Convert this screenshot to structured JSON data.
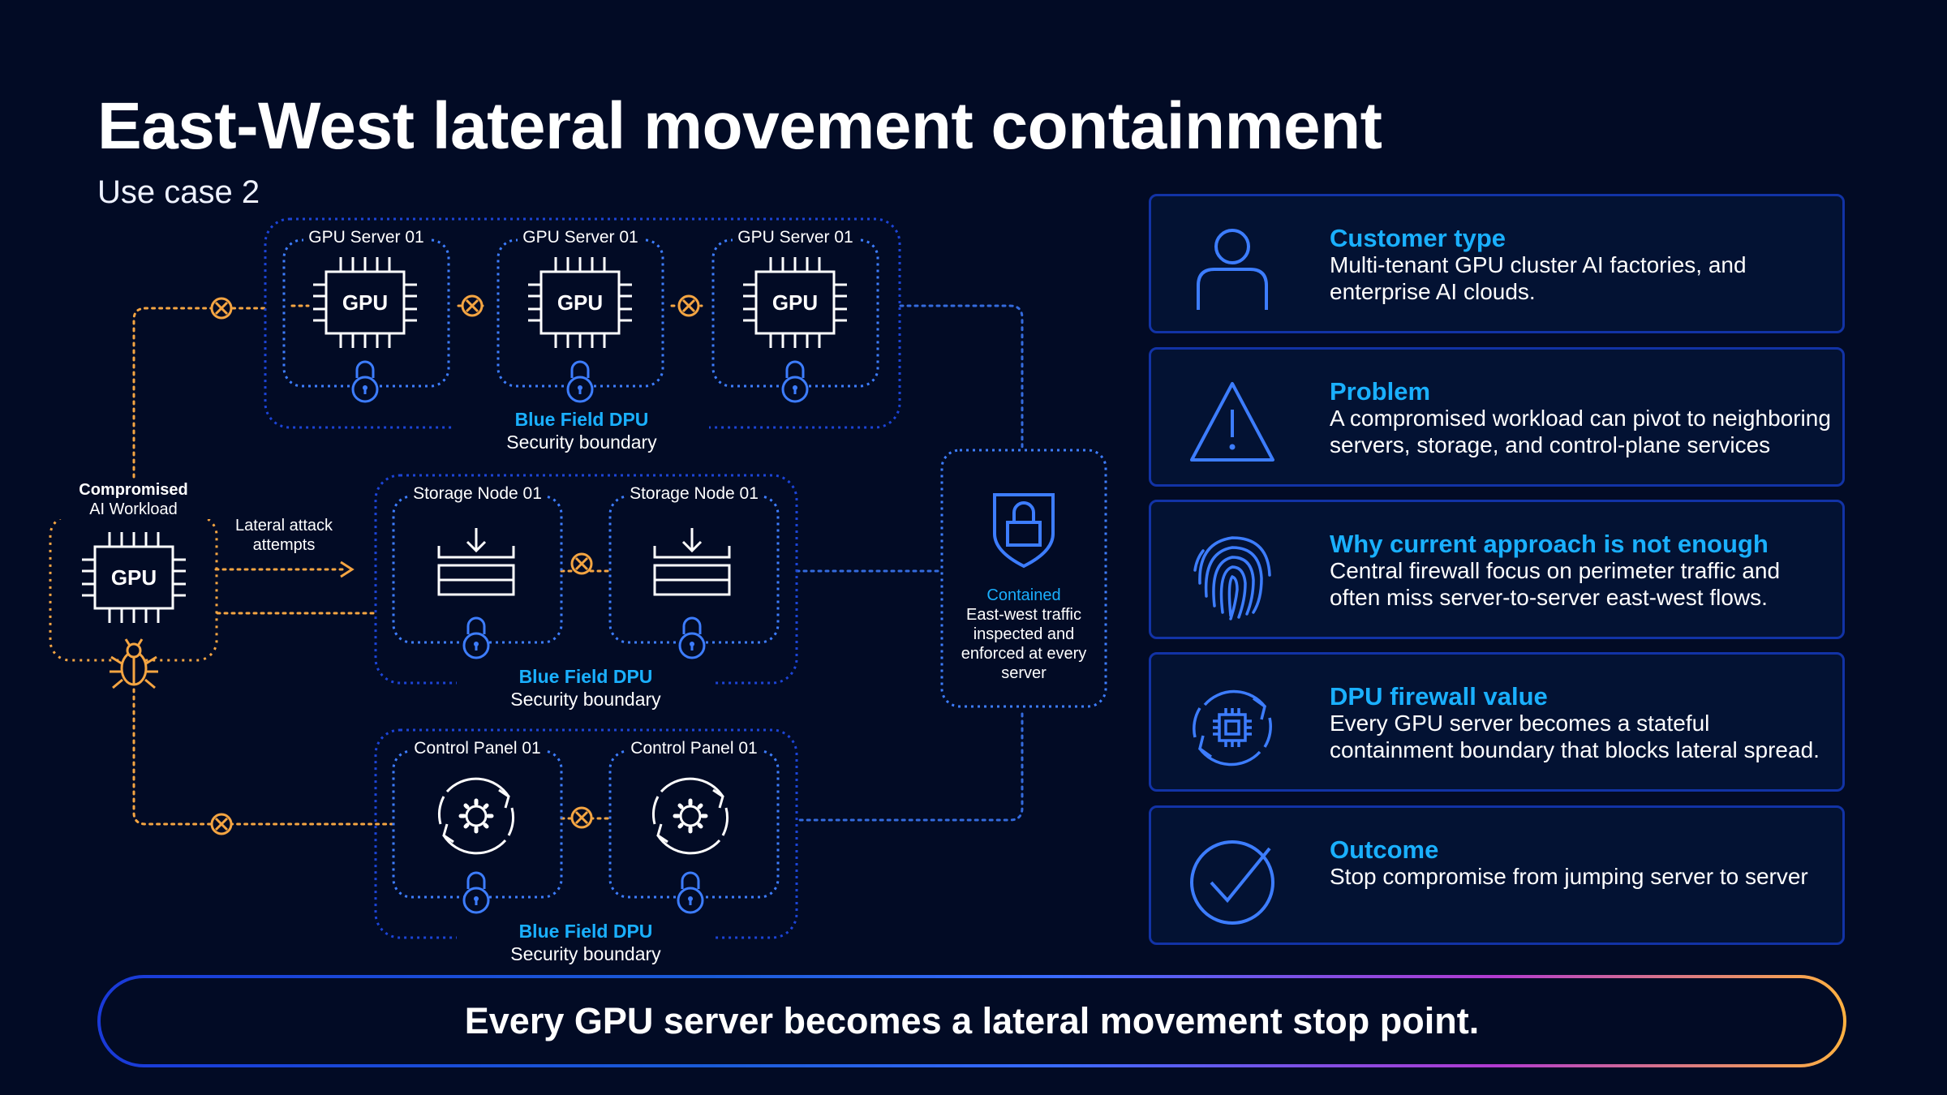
{
  "header": {
    "title": "East-West lateral movement containment",
    "subtitle": "Use case 2"
  },
  "diagram": {
    "compromised_label_line1": "Compromised",
    "compromised_label_line2": "AI Workload",
    "attack_label_line1": "Lateral attack",
    "attack_label_line2": "attempts",
    "gpu_chip_text": "GPU",
    "gpu_servers": [
      "GPU Server 01",
      "GPU Server 01",
      "GPU Server 01"
    ],
    "storage_nodes": [
      "Storage Node 01",
      "Storage Node 01"
    ],
    "control_panels": [
      "Control Panel 01",
      "Control Panel 01"
    ],
    "dpu_label": "Blue Field DPU",
    "boundary_label": "Security boundary",
    "contained_title": "Contained",
    "contained_body": [
      "East-west traffic",
      "inspected and",
      "enforced at every",
      "server"
    ]
  },
  "cards": [
    {
      "icon": "person-icon",
      "title": "Customer type",
      "body": "Multi-tenant GPU cluster AI factories, and enterprise AI clouds."
    },
    {
      "icon": "warning-icon",
      "title": "Problem",
      "body": "A compromised workload can pivot to neighboring servers, storage, and control-plane services"
    },
    {
      "icon": "fingerprint-icon",
      "title": "Why current approach is not enough",
      "body": "Central firewall focus on perimeter traffic and often miss server-to-server east-west flows."
    },
    {
      "icon": "chip-refresh-icon",
      "title": "DPU firewall value",
      "body": "Every GPU server becomes a stateful containment boundary that blocks lateral spread."
    },
    {
      "icon": "checkmark-icon",
      "title": "Outcome",
      "body": "Stop compromise from jumping server to server"
    }
  ],
  "banner": {
    "text": "Every GPU server becomes a lateral movement stop point."
  },
  "colors": {
    "background": "#020b25",
    "accent_blue": "#1ab0ff",
    "dotted_blue": "#3d7dff",
    "attack_orange": "#f5a542",
    "card_border": "#1233a6"
  }
}
